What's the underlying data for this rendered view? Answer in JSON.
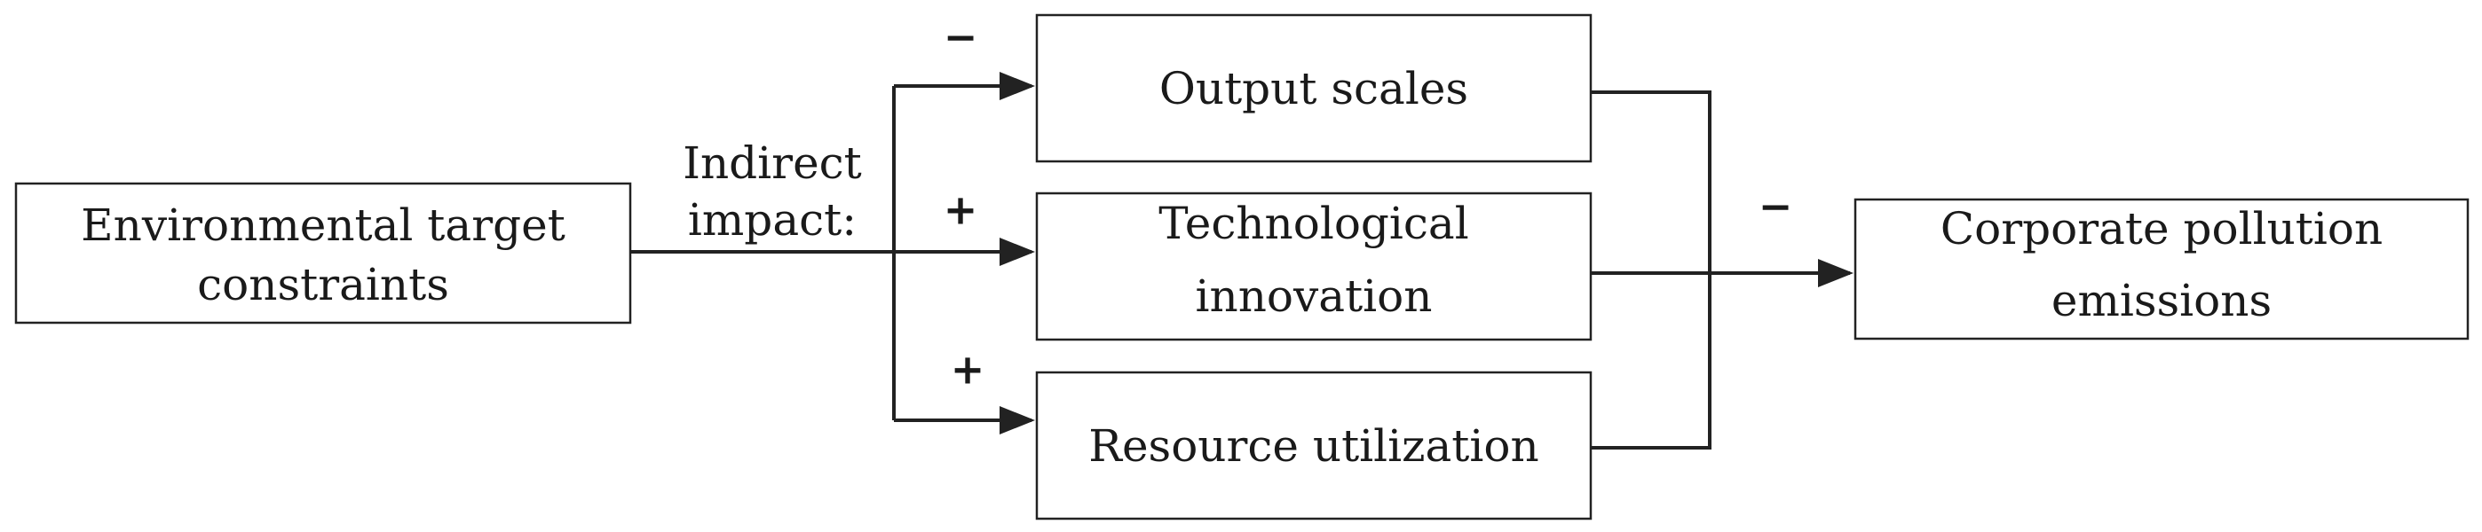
{
  "nodes": {
    "source": {
      "line1": "Environmental target",
      "line2": "constraints"
    },
    "output": {
      "line1": "Output scales"
    },
    "tech": {
      "line1": "Technological",
      "line2": "innovation"
    },
    "resource": {
      "line1": "Resource utilization"
    },
    "target": {
      "line1": "Corporate pollution",
      "line2": "emissions"
    }
  },
  "edge_label": {
    "line1": "Indirect",
    "line2": "impact:"
  },
  "signs": {
    "output": "−",
    "tech": "+",
    "resource": "+",
    "target": "−"
  }
}
